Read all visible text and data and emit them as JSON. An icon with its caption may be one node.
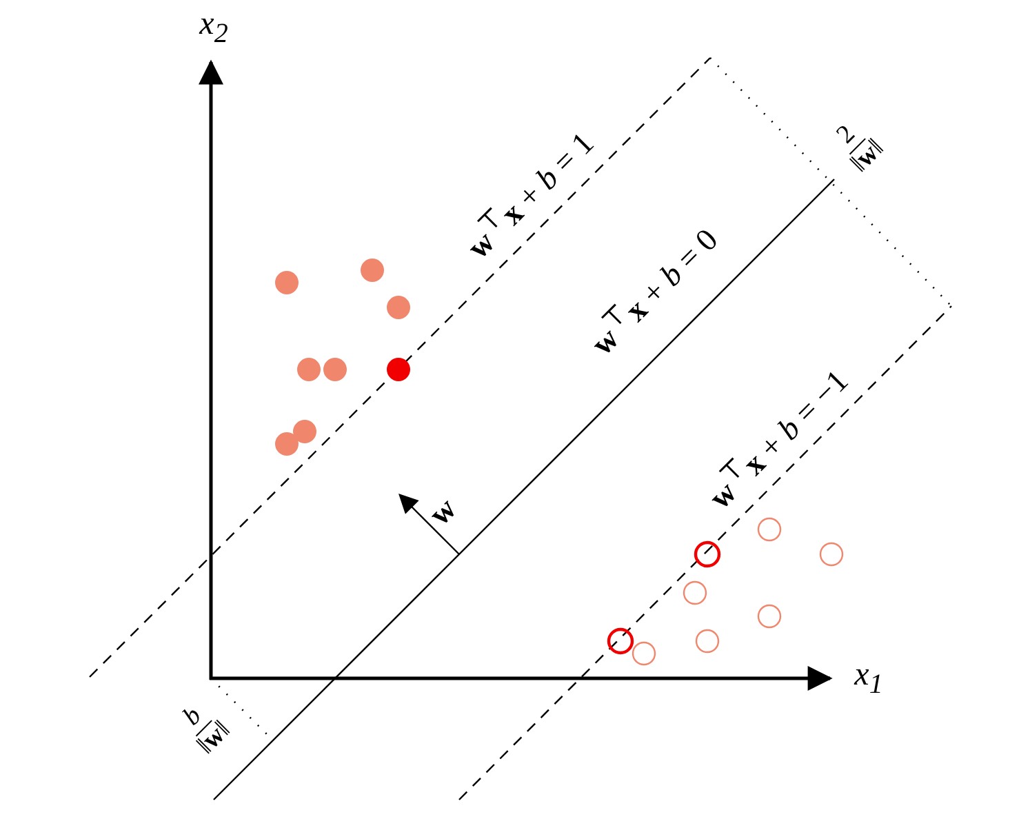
{
  "diagram": {
    "labels": [
      "x$_{2}$",
      "x$_{1}$",
      "**w**$^{⊤}$**x** + *b* = 1",
      "**w**$^{⊤}$**x** + *b* = 0",
      "**w**$^{⊤}$**x** + *b* = −1",
      "w",
      "2",
      "‖**w**‖",
      "*b*",
      "‖**w**‖"
    ]
  }
}
